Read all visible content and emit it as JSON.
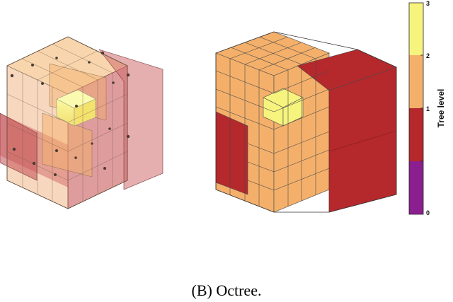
{
  "caption": {
    "label": "(B)",
    "text": "Octree."
  },
  "colorbar": {
    "title": "Tree level",
    "ticks": [
      "3",
      "2",
      "1",
      "0"
    ],
    "level_colors": {
      "0": "#8b1f8f",
      "1": "#b5282c",
      "2": "#f4b06a",
      "3": "#f7f47e"
    }
  }
}
